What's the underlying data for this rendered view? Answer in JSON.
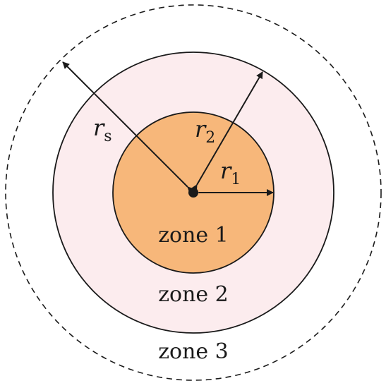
{
  "zones": [
    {
      "label": "zone 1",
      "fill": "#f7b77a"
    },
    {
      "label": "zone 2",
      "fill": "#fcecee"
    },
    {
      "label": "zone 3",
      "fill": "#ffffff"
    }
  ],
  "radii": [
    {
      "symbol": "r",
      "sub": "s"
    },
    {
      "symbol": "r",
      "sub": "2"
    },
    {
      "symbol": "r",
      "sub": "1"
    }
  ],
  "colors": {
    "stroke": "#1a1a1a",
    "zone1": "#f7b77a",
    "zone2": "#fcecee",
    "background": "#ffffff"
  }
}
